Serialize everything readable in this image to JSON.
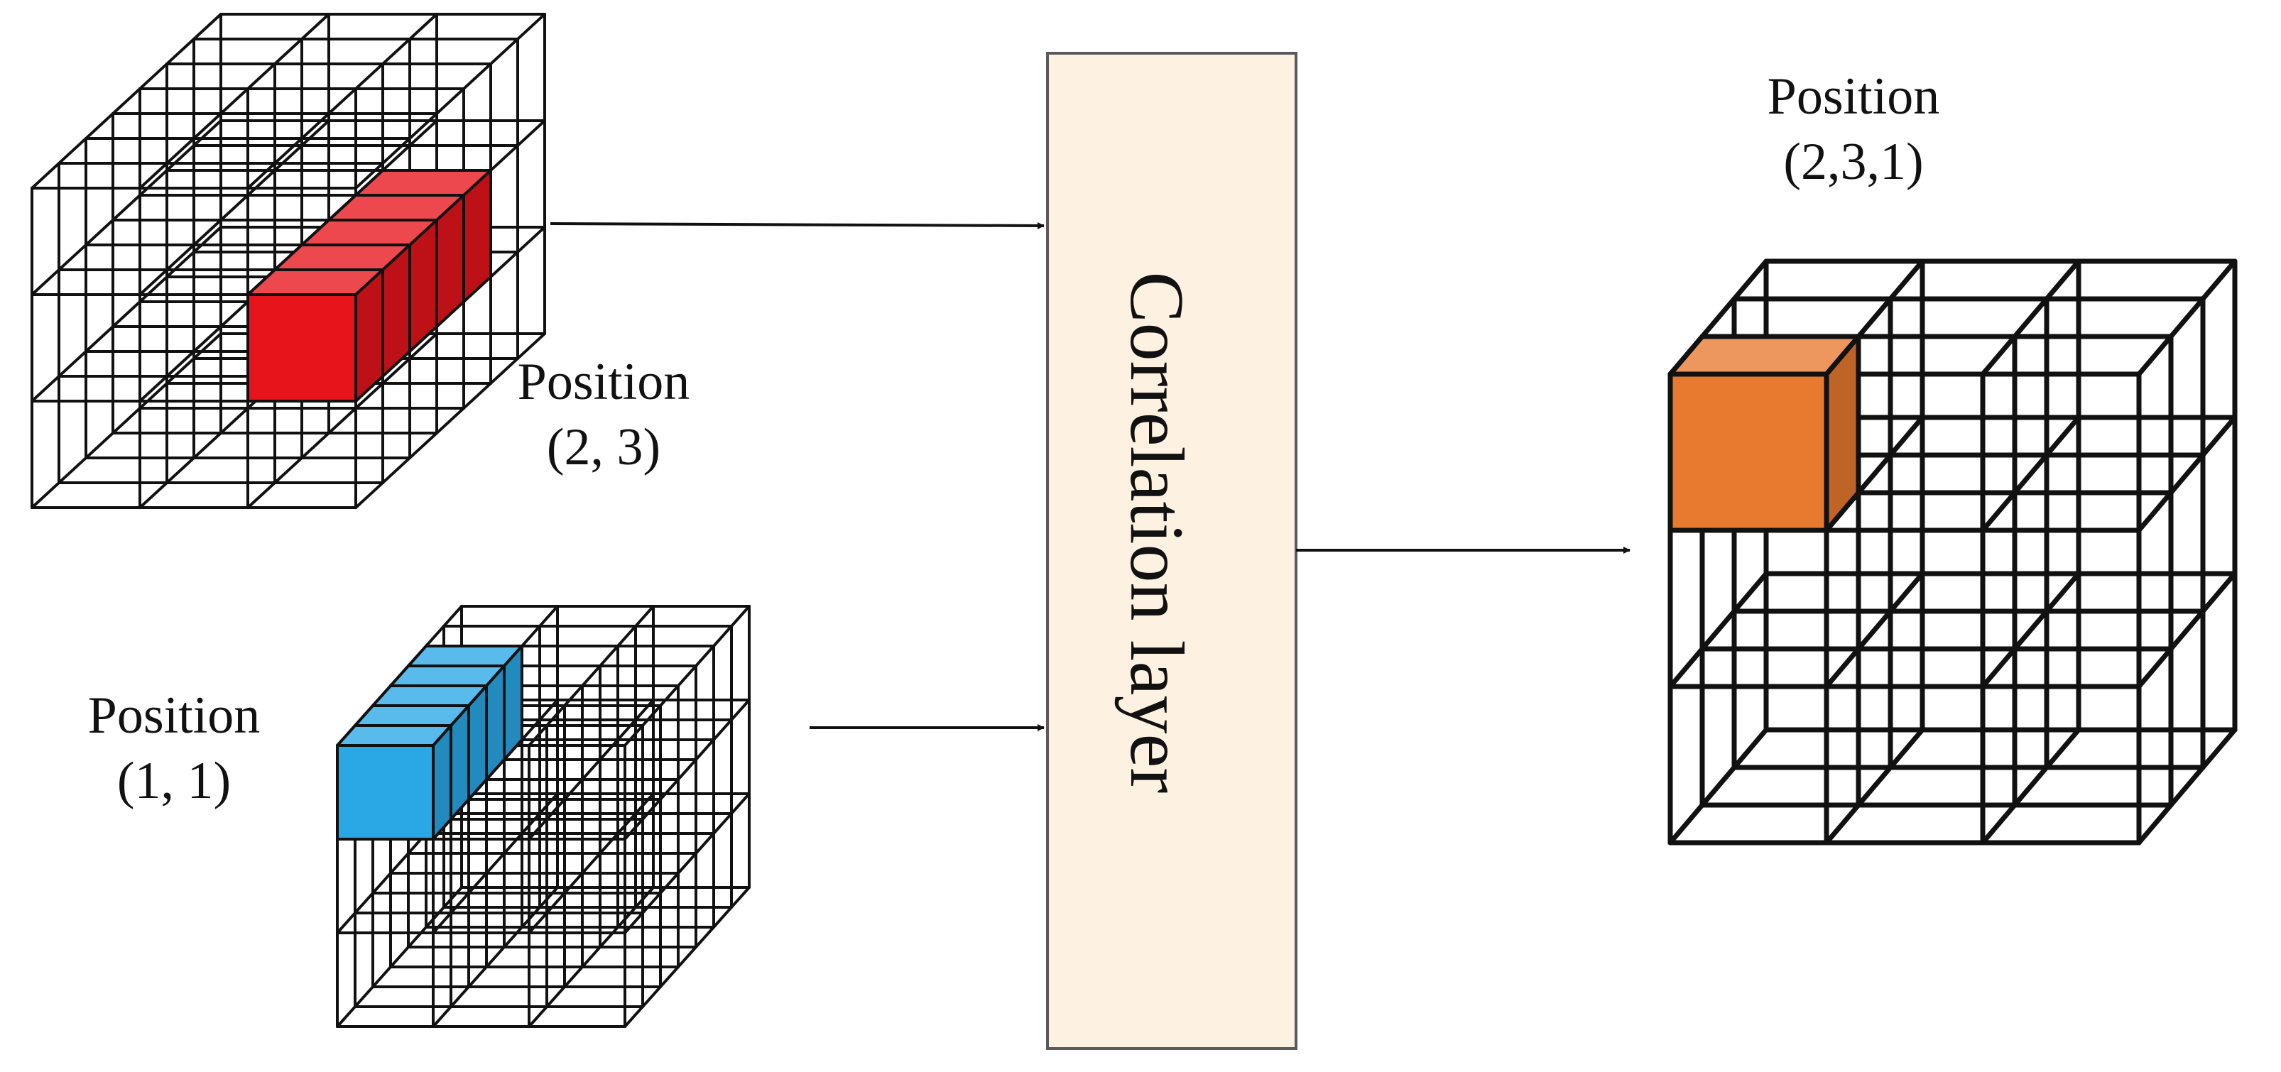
{
  "labels": {
    "input_a_position": "Position",
    "input_a_coords": "(2, 3)",
    "input_b_position": "Position",
    "input_b_coords": "(1, 1)",
    "output_position": "Position",
    "output_coords": "(2,3,1)",
    "layer_name": "Correlation layer"
  },
  "colors": {
    "input_a_highlight": "#e8141c",
    "input_b_highlight": "#2aa8e6",
    "output_highlight": "#e87a30",
    "layer_fill": "#fdf1e2",
    "layer_border": "#5a5a5a",
    "grid_line": "#111111"
  },
  "icons": {
    "arrows": "arrow-right-icon"
  }
}
